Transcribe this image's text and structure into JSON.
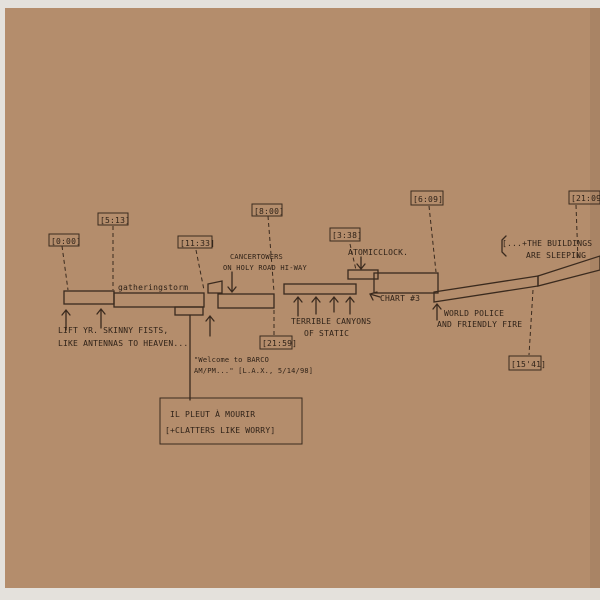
{
  "timestamps": {
    "t_0": "[0:00]",
    "t_513": "[5:13]",
    "t_1133": "[11:33]",
    "t_800": "[8:00]",
    "t_338": "[3:38]",
    "t_609": "[6:09]",
    "t_2109": "[21:09",
    "t_2159": "[21:59]",
    "t_1541": "[15'41]"
  },
  "annotations": {
    "lift_fists_1": "LIFT YR. SKINNY FISTS,",
    "lift_fists_2": "LIKE ANTENNAS TO HEAVEN...",
    "gathering_storm": "gatheringstorm",
    "welcome_barco_1": "\"Welcome to BARCO",
    "welcome_barco_2": "AM/PM...\" [L.A.X., 5/14/98]",
    "il_pleut_1": "IL PLEUT À MOURIR",
    "il_pleut_2": "[+CLATTERS LIKE WORRY]",
    "cancer_towers_1": "CANCERTOWERS",
    "cancer_towers_2": "ON HOLY ROAD HI-WAY",
    "terrible_canyons_1": "TERRIBLE CANYONS",
    "terrible_canyons_2": "OF STATIC",
    "atomic_clock": "ATOMICCLOCK.",
    "chart_3": "CHART #3",
    "world_police_1": "WORLD POLICE",
    "world_police_2": "AND FRIENDLY FIRE",
    "buildings_1": "[...+THE BUILDINGS",
    "buildings_2": "ARE SLEEPING"
  },
  "colors": {
    "cardboard": "#b48d6c",
    "ink": "#3a2a1e",
    "background": "#e4e1dc"
  }
}
